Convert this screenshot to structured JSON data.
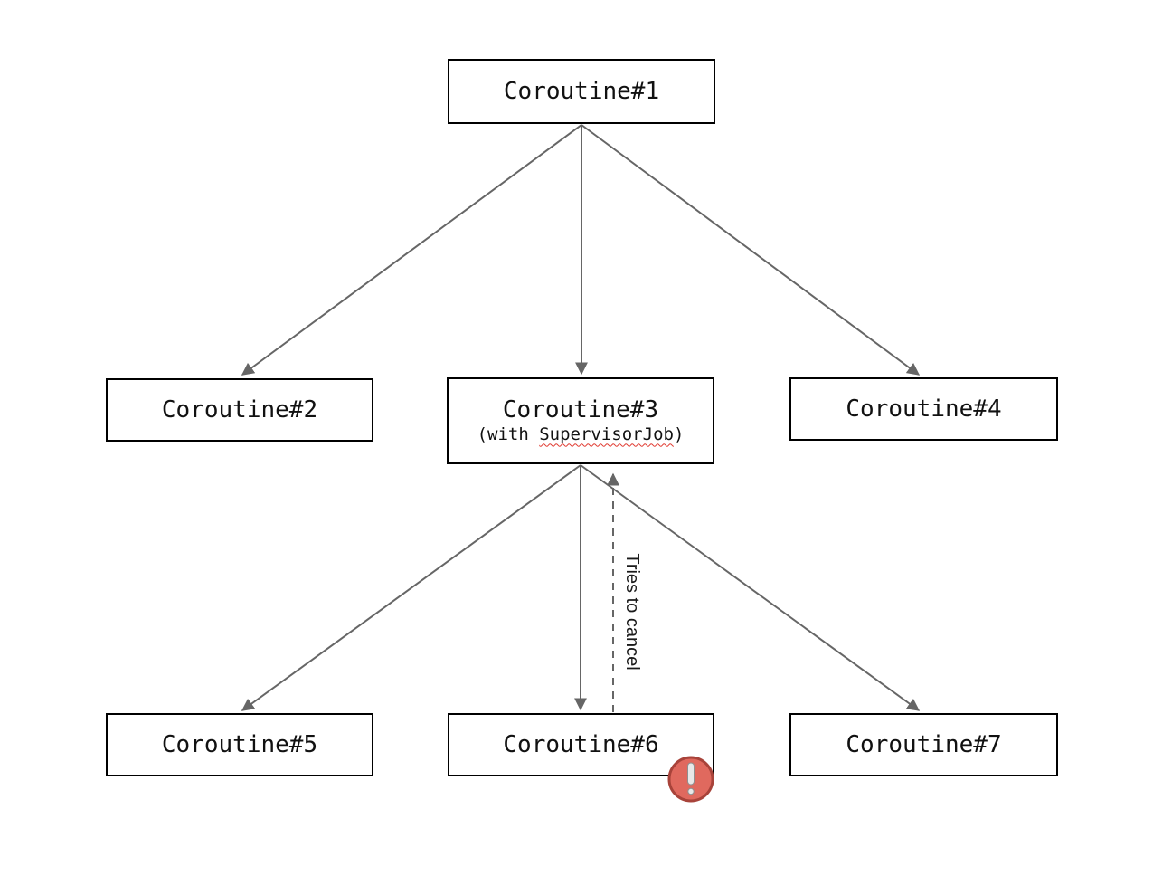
{
  "nodes": [
    {
      "label": "Coroutine#1"
    },
    {
      "label": "Coroutine#2"
    },
    {
      "label": "Coroutine#3",
      "sublabel_prefix": "(with ",
      "sublabel_highlight": "SupervisorJob",
      "sublabel_suffix": ")"
    },
    {
      "label": "Coroutine#4"
    },
    {
      "label": "Coroutine#5"
    },
    {
      "label": "Coroutine#6"
    },
    {
      "label": "Coroutine#7"
    }
  ],
  "edges": {
    "cancel_label": "Tries to cancel"
  },
  "icons": {
    "error_icon": "exclamation-circle"
  },
  "colors": {
    "background": "#ffffff",
    "box_border": "#000000",
    "box_fill": "#ffffff",
    "text": "#111111",
    "arrow": "#666666",
    "spellcheck_underline": "#e0372e",
    "error_fill": "#e0695e",
    "error_border": "#a8433a",
    "error_glyph": "#e8e8e8"
  }
}
